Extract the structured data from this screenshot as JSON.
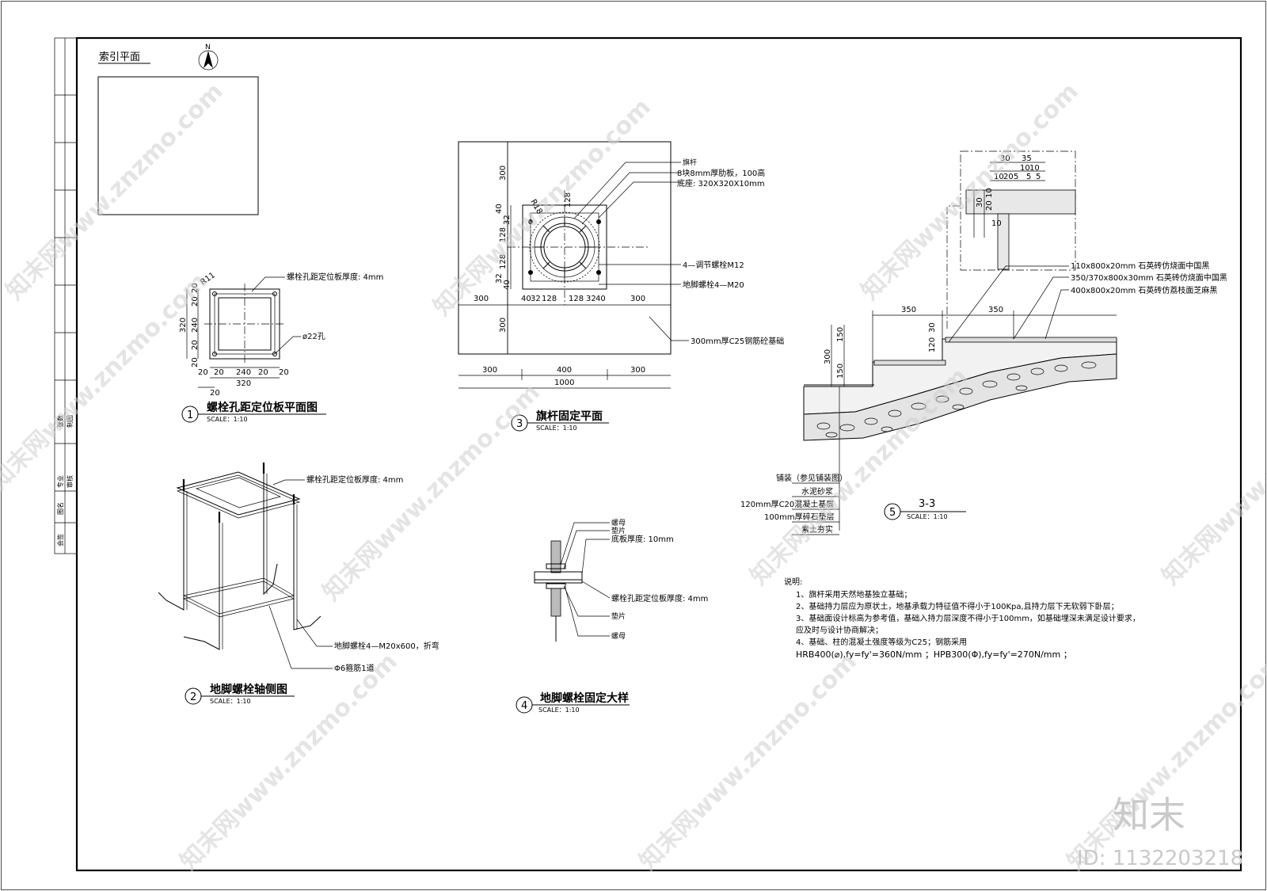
{
  "title_block": {
    "rows": [
      "专业",
      "图名",
      "会签",
      "张数",
      "制图",
      "审核"
    ]
  },
  "index_plan": {
    "title": "索引平面",
    "north": "N"
  },
  "view1": {
    "number": "1",
    "title": "螺栓孔距定位板平面图",
    "scale": "SCALE：1:10",
    "callouts": {
      "plate": "螺栓孔距定位板厚度: 4mm",
      "hole": "ø22孔",
      "radius": "R11"
    },
    "dims_vertical": [
      "20",
      "20",
      "20",
      "240",
      "20",
      "20",
      "20"
    ],
    "dim_total_v": "320",
    "dims_horizontal": [
      "20",
      "20",
      "240",
      "20",
      "20"
    ],
    "dim_total_h": "320",
    "dim_bottom": "20"
  },
  "view2": {
    "number": "2",
    "title": "地脚螺栓轴侧图",
    "scale": "SCALE：1:10",
    "callouts": {
      "plate": "螺栓孔距定位板厚度: 4mm",
      "bolt": "地脚螺栓4—M20x600，折弯",
      "rebar": "Φ6箍筋1道"
    }
  },
  "view3": {
    "number": "3",
    "title": "旗杆固定平面",
    "scale": "SCALE：1:10",
    "callouts": {
      "pole": "旗杆",
      "ribs": "8块8mm厚肋板，100高",
      "base": "底座: 320X320X10mm",
      "adjust": "4—调节螺栓M12",
      "anchor": "地脚螺栓4—M20",
      "found": "300mm厚C25钢筋砼基础"
    },
    "radius": "R18",
    "dims_left": [
      "300",
      "40",
      "32",
      "128",
      "128",
      "32",
      "40",
      "300"
    ],
    "dim_128_top": "128",
    "dims_row": [
      "300",
      "40",
      "32",
      "128",
      "128",
      "32",
      "40",
      "300"
    ],
    "dims_bottom": [
      "300",
      "400",
      "300"
    ],
    "dim_total": "1000"
  },
  "view4": {
    "number": "4",
    "title": "地脚螺栓固定大样",
    "scale": "SCALE：1:10",
    "callouts": [
      "螺母",
      "垫片",
      "底板厚度: 10mm",
      "螺栓孔距定位板厚度: 4mm",
      "垫片",
      "螺母"
    ]
  },
  "view5": {
    "number": "5",
    "title": "3-3",
    "scale": "SCALE：1:10",
    "callouts": [
      "110x800x20mm 石英砖仿烧面中国黑",
      "350/370x800x30mm 石英砖仿烧面中国黑",
      "400x800x20mm 石英砖仿荔枝面芝麻黑"
    ],
    "layers": [
      "铺装（参见铺装图）",
      "水泥砂浆",
      "120mm厚C20混凝土基层",
      "100mm厚碎石垫层",
      "素土夯实"
    ],
    "dims_top": [
      "350",
      "350"
    ],
    "dims_left": [
      "300",
      "150",
      "150"
    ],
    "dim_step": "120",
    "dim_step2": "30",
    "detail_dims": [
      "30",
      "35",
      "10",
      "20",
      "5",
      "10",
      "10",
      "5",
      "5",
      "30",
      "20",
      "10",
      "10"
    ]
  },
  "notes": {
    "heading": "说明:",
    "lines": [
      "1、旗杆采用天然地基独立基础；",
      "2、基础持力层应为原状土，地基承载力特征值不得小于100Kpa,且持力层下无软弱下卧层；",
      "3、基础面设计标高为参考值，基础入持力层深度不得小于100mm，如基础埋深未满足设计要求，",
      "   应及时与设计协商解决；",
      "4、基础、柱的混凝土强度等级为C25；钢筋采用",
      "   HRB400(⌀),fy=fy'=360N/mm ；HPB300(Φ),fy=fy'=270N/mm ；"
    ]
  },
  "watermark": {
    "text": "知末网www.znzmo.com",
    "brand": "知末",
    "id": "ID: 1132203218"
  }
}
